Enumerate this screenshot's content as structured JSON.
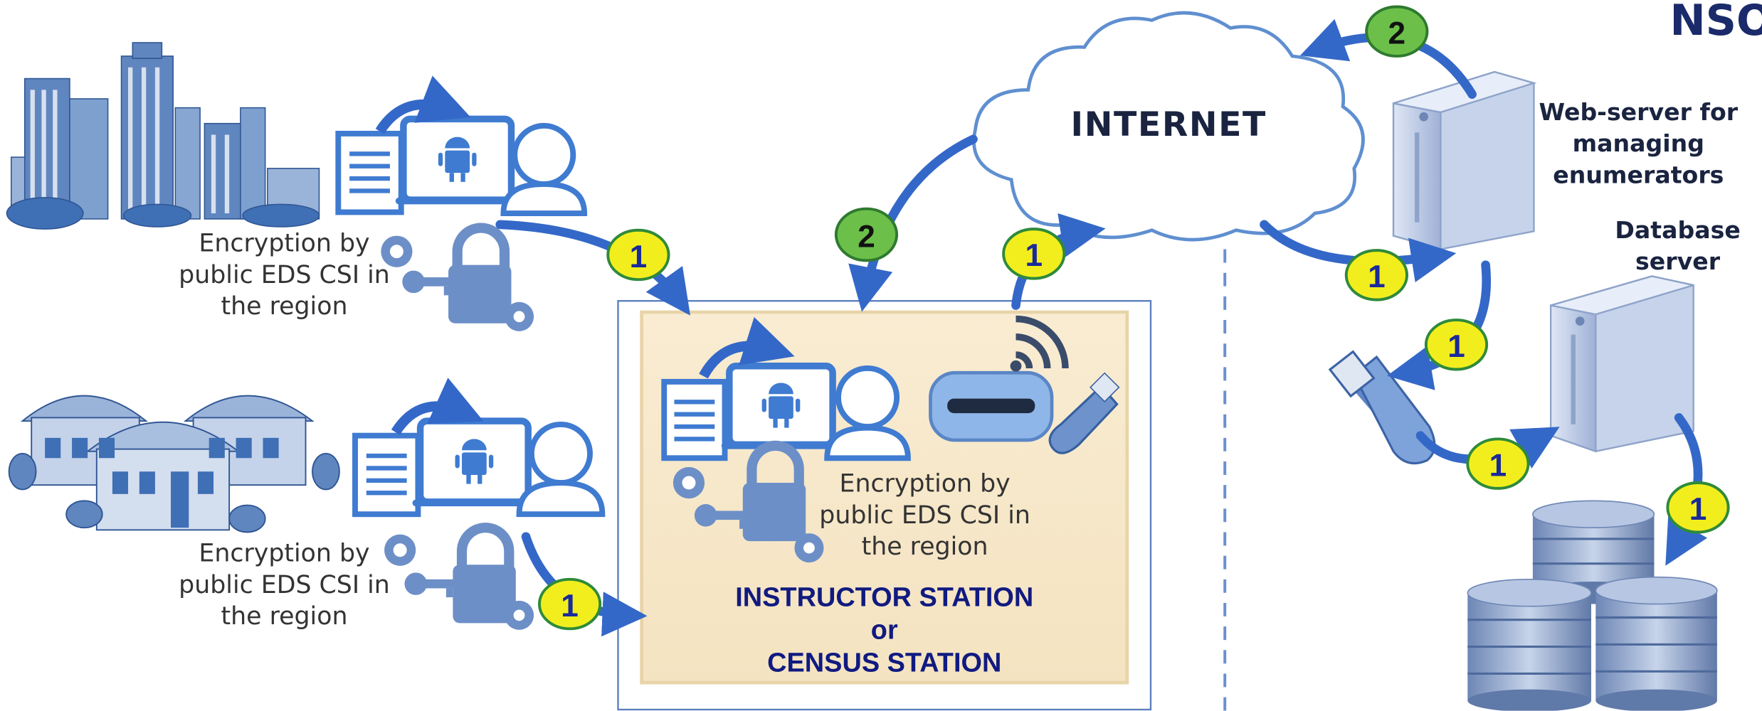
{
  "org_title": "NSO",
  "internet_label": "INTERNET",
  "station": {
    "line1": "INSTRUCTOR STATION",
    "line2": "or",
    "line3": "CENSUS STATION"
  },
  "encryption": {
    "line1": "Encryption by",
    "line2": "public EDS CSI in",
    "line3": "the region"
  },
  "servers": {
    "web_line1": "Web-server for",
    "web_line2": "managing",
    "web_line3": "enumerators",
    "db_line1": "Database",
    "db_line2": "server"
  },
  "badges": {
    "step1": "1",
    "step2": "2"
  },
  "colors": {
    "badge_yellow": "#f2ee1e",
    "badge_green": "#6cc04a",
    "icon_blue": "#3f7bd1",
    "station_panel": "#f8ead0",
    "arrow_blue": "#3468c8"
  }
}
